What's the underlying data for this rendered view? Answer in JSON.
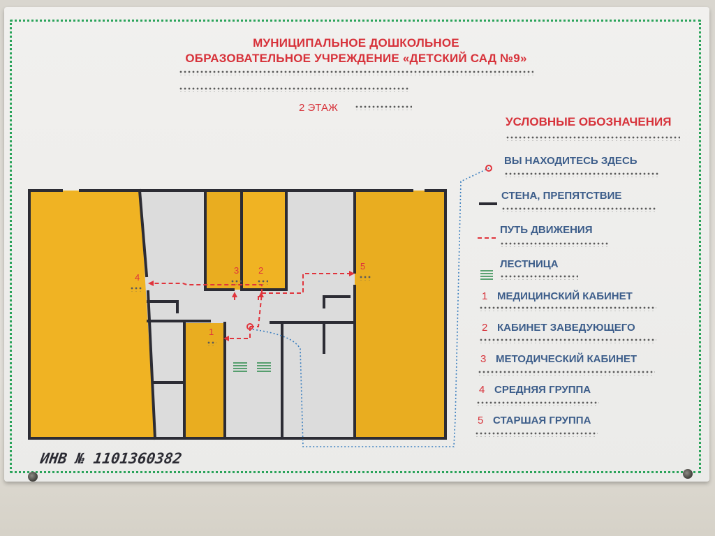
{
  "title_lines": [
    "МУНИЦИПАЛЬНОЕ ДОШКОЛЬНОЕ",
    "ОБРАЗОВАТЕЛЬНОЕ УЧРЕЖДЕНИЕ «ДЕТСКИЙ САД №9»"
  ],
  "floor": "2 ЭТАЖ",
  "legend": {
    "heading": "УСЛОВНЫЕ ОБОЗНАЧЕНИЯ",
    "you_are_here": "ВЫ НАХОДИТЕСЬ ЗДЕСЬ",
    "wall": "СТЕНА, ПРЕПЯТСТВИЕ",
    "path": "ПУТЬ ДВИЖЕНИЯ",
    "stairs": "ЛЕСТНИЦА",
    "rooms": [
      {
        "num": "1",
        "name": "МЕДИЦИНСКИЙ КАБИНЕТ"
      },
      {
        "num": "2",
        "name": "КАБИНЕТ ЗАВЕДУЮЩЕГО"
      },
      {
        "num": "3",
        "name": "МЕТОДИЧЕСКИЙ КАБИНЕТ"
      },
      {
        "num": "4",
        "name": "СРЕДНЯЯ ГРУППА"
      },
      {
        "num": "5",
        "name": "СТАРШАЯ ГРУППА"
      }
    ]
  },
  "plan_labels": {
    "r1": "1",
    "r2": "2",
    "r3": "3",
    "r4": "4",
    "r5": "5"
  },
  "inventory": "ИНВ № 1101360382",
  "colors": {
    "room": "#f0b323",
    "wall": "#2c2c34",
    "path": "#e0343c",
    "frame": "#2aa35a",
    "route": "#3b7fbf"
  }
}
